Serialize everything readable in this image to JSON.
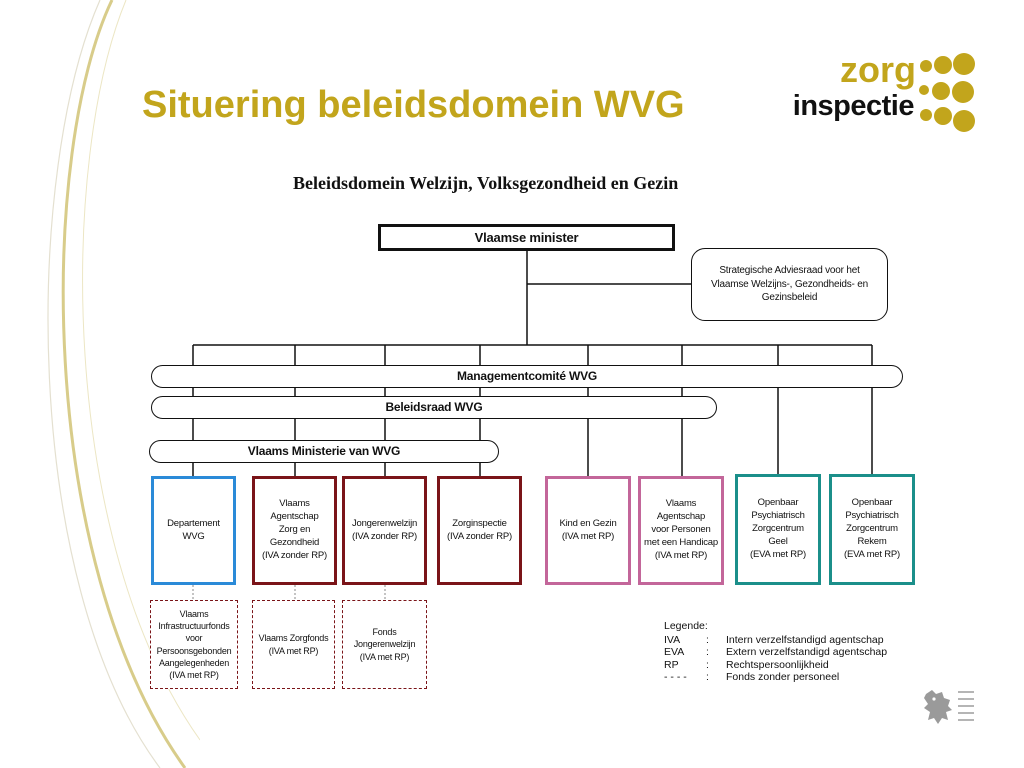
{
  "slide": {
    "title": "Situering beleidsdomein WVG"
  },
  "logo": {
    "line1": "zorg",
    "line2": "inspectie",
    "accent_color": "#c2a51c"
  },
  "org_chart": {
    "title": "Beleidsdomein Welzijn, Volksgezondheid en Gezin",
    "minister": "Vlaamse minister",
    "advisory_council": "Strategische Adviesraad voor het\nVlaamse Welzijns-, Gezondheids- en\nGezinsbeleid",
    "managementcomite": "Managementcomité WVG",
    "beleidsraad": "Beleidsraad WVG",
    "ministerie": "Vlaams Ministerie van WVG",
    "entities": [
      {
        "label": "Departement WVG",
        "type": "departement"
      },
      {
        "label": "Vlaams Agentschap\nZorg en\nGezondheid\n(IVA zonder RP)",
        "type": "IVA zonder RP"
      },
      {
        "label": "Jongerenwelzijn\n(IVA zonder RP)",
        "type": "IVA zonder RP"
      },
      {
        "label": "Zorginspectie\n(IVA zonder RP)",
        "type": "IVA zonder RP"
      },
      {
        "label": "Kind en Gezin\n(IVA met RP)",
        "type": "IVA met RP"
      },
      {
        "label": "Vlaams Agentschap\nvoor Personen\nmet een Handicap\n(IVA met RP)",
        "type": "IVA met RP"
      },
      {
        "label": "Openbaar\nPsychiatrisch\nZorgcentrum\nGeel\n(EVA met RP)",
        "type": "EVA met RP"
      },
      {
        "label": "Openbaar\nPsychiatrisch\nZorgcentrum\nRekem\n(EVA met RP)",
        "type": "EVA met RP"
      }
    ],
    "funds": [
      {
        "label": "Vlaams\nInfrastructuurfonds\nvoor\nPersoonsgebonden\nAangelegenheden\n(IVA met RP)"
      },
      {
        "label": "Vlaams Zorgfonds\n(IVA met RP)"
      },
      {
        "label": "Fonds\nJongerenwelzijn\n(IVA met RP)"
      }
    ],
    "colors": {
      "departement": "#2a8ad8",
      "iva_zonder_rp": "#7a1418",
      "iva_met_rp": "#c3669a",
      "eva_met_rp": "#1b8f8a",
      "fund": "#7a1418"
    }
  },
  "legend": {
    "title": "Legende:",
    "items": [
      {
        "abbr": "IVA",
        "sep": ":",
        "desc": "Intern verzelfstandigd agentschap"
      },
      {
        "abbr": "EVA",
        "sep": ":",
        "desc": "Extern verzelfstandigd agentschap"
      },
      {
        "abbr": "RP",
        "sep": ":",
        "desc": "Rechtspersoonlijkheid"
      },
      {
        "abbr": "- - - -",
        "sep": ":",
        "desc": "Fonds zonder personeel"
      }
    ]
  },
  "icons": {
    "logo_dots": "dot-cluster-icon",
    "flanders": "flemish-lion-icon"
  }
}
